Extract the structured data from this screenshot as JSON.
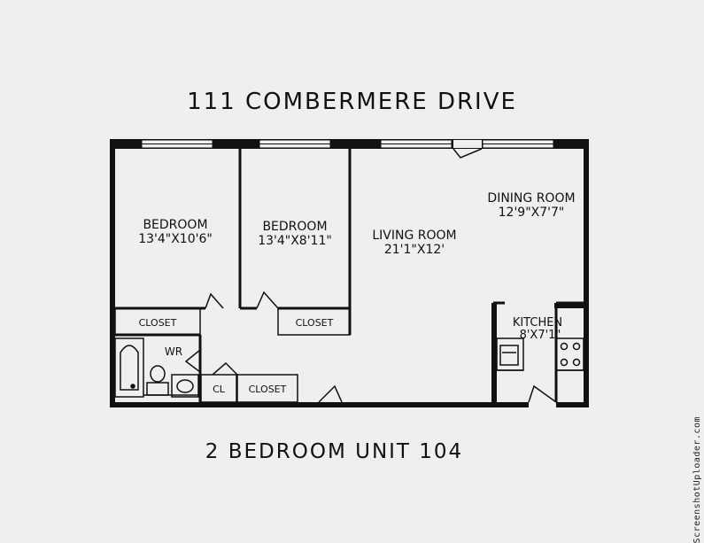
{
  "title": "111 COMBERMERE DRIVE",
  "subtitle": "2 BEDROOM UNIT 104",
  "watermark": "ScreenshotUploader.com",
  "rooms": {
    "bedroom1": {
      "name": "BEDROOM",
      "dims": "13'4\"X10'6\""
    },
    "bedroom2": {
      "name": "BEDROOM",
      "dims": "13'4\"X8'11\""
    },
    "living": {
      "name": "LIVING ROOM",
      "dims": "21'1\"X12'"
    },
    "dining": {
      "name": "DINING ROOM",
      "dims": "12'9\"X7'7\""
    },
    "kitchen": {
      "name": "KITCHEN",
      "dims": "8'X7'1\""
    }
  },
  "closets": {
    "closet1": "CLOSET",
    "closet2": "CLOSET",
    "closet3": "CLOSET",
    "cl": "CL"
  },
  "washroom": "WR",
  "colors": {
    "wall": "#111111",
    "background": "#efefef"
  }
}
